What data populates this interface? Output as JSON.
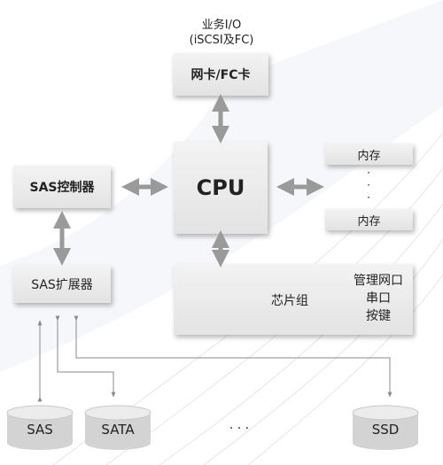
{
  "top_label": {
    "line1": "业务I/O",
    "line2": "(iSCSI及FC)"
  },
  "nic": "网卡/FC卡",
  "cpu": "CPU",
  "memory": {
    "top": "内存",
    "bottom": "内存",
    "dots": "·\n·\n·"
  },
  "sas_controller": "SAS控制器",
  "sas_expander": "SAS扩展器",
  "chipset": {
    "label": "芯片组",
    "items": [
      "管理网口",
      "串口",
      "按键"
    ]
  },
  "disks": {
    "sas": "SAS",
    "sata": "SATA",
    "ssd": "SSD",
    "ellipsis": "· · ·"
  },
  "colors": {
    "box": "#e6e6e6",
    "arrow": "#9a9a9a",
    "line": "#8a8a8a",
    "disk": "#d7d7d7"
  }
}
